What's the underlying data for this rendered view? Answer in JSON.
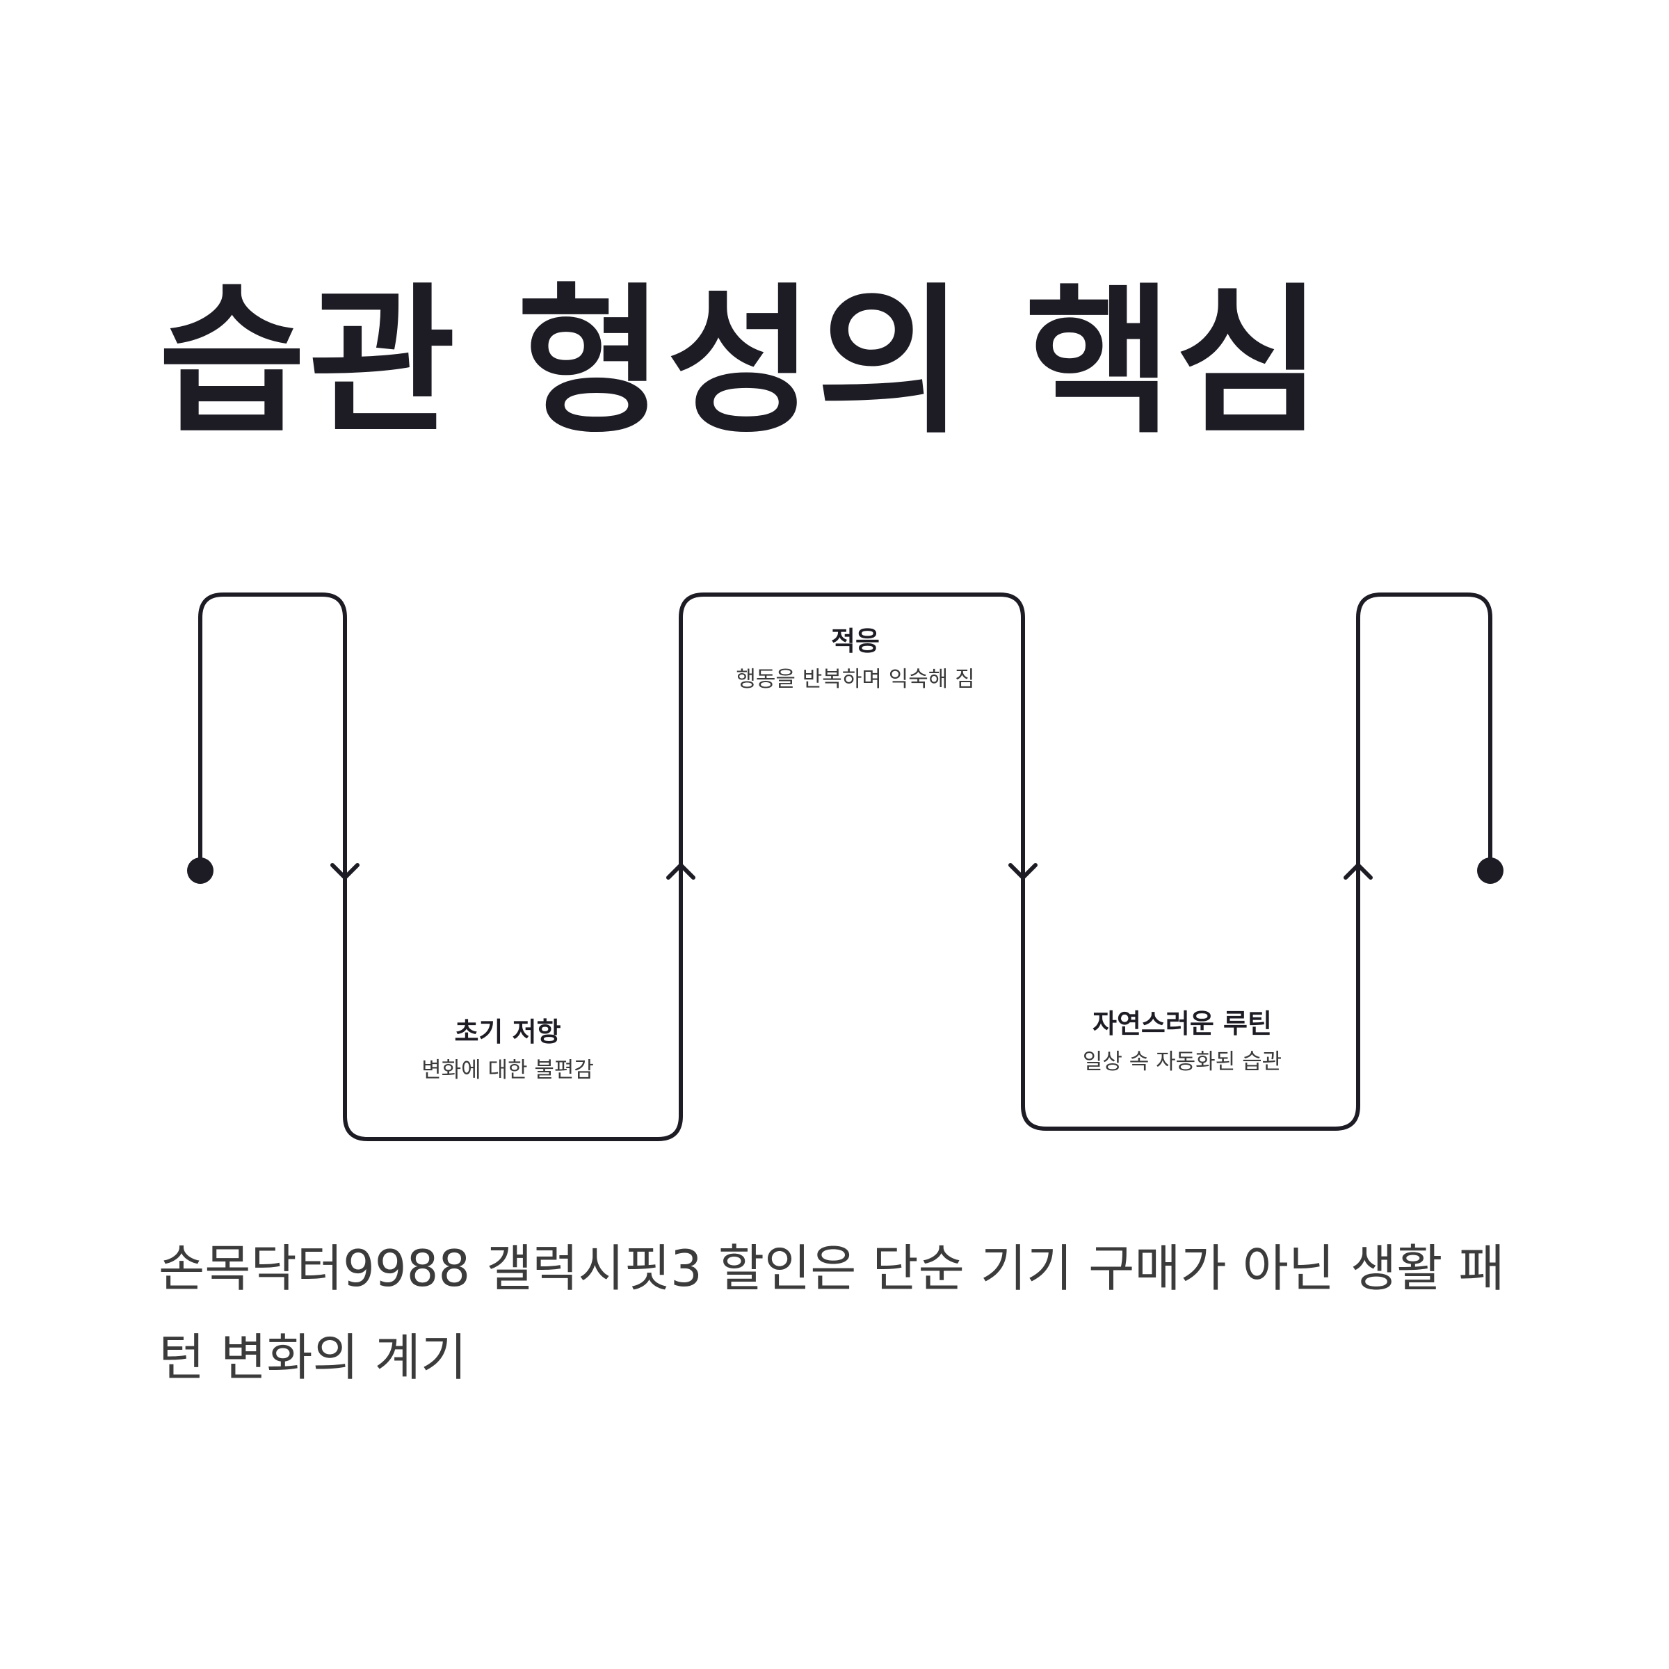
{
  "title": "습관 형성의 핵심",
  "steps": [
    {
      "title": "초기 저항",
      "desc": "변화에 대한 불편감"
    },
    {
      "title": "적응",
      "desc": "행동을 반복하며 익숙해 짐"
    },
    {
      "title": "자연스러운 루틴",
      "desc": "일상 속 자동화된 습관"
    }
  ],
  "caption": "손목닥터9988 갤럭시핏3 할인은 단순 기기 구매가 아닌 생활 패턴 변화의 계기",
  "colors": {
    "line": "#1d1c25",
    "text": "#1d1c25",
    "caption": "#3b3b3b",
    "background": "#ffffff"
  }
}
